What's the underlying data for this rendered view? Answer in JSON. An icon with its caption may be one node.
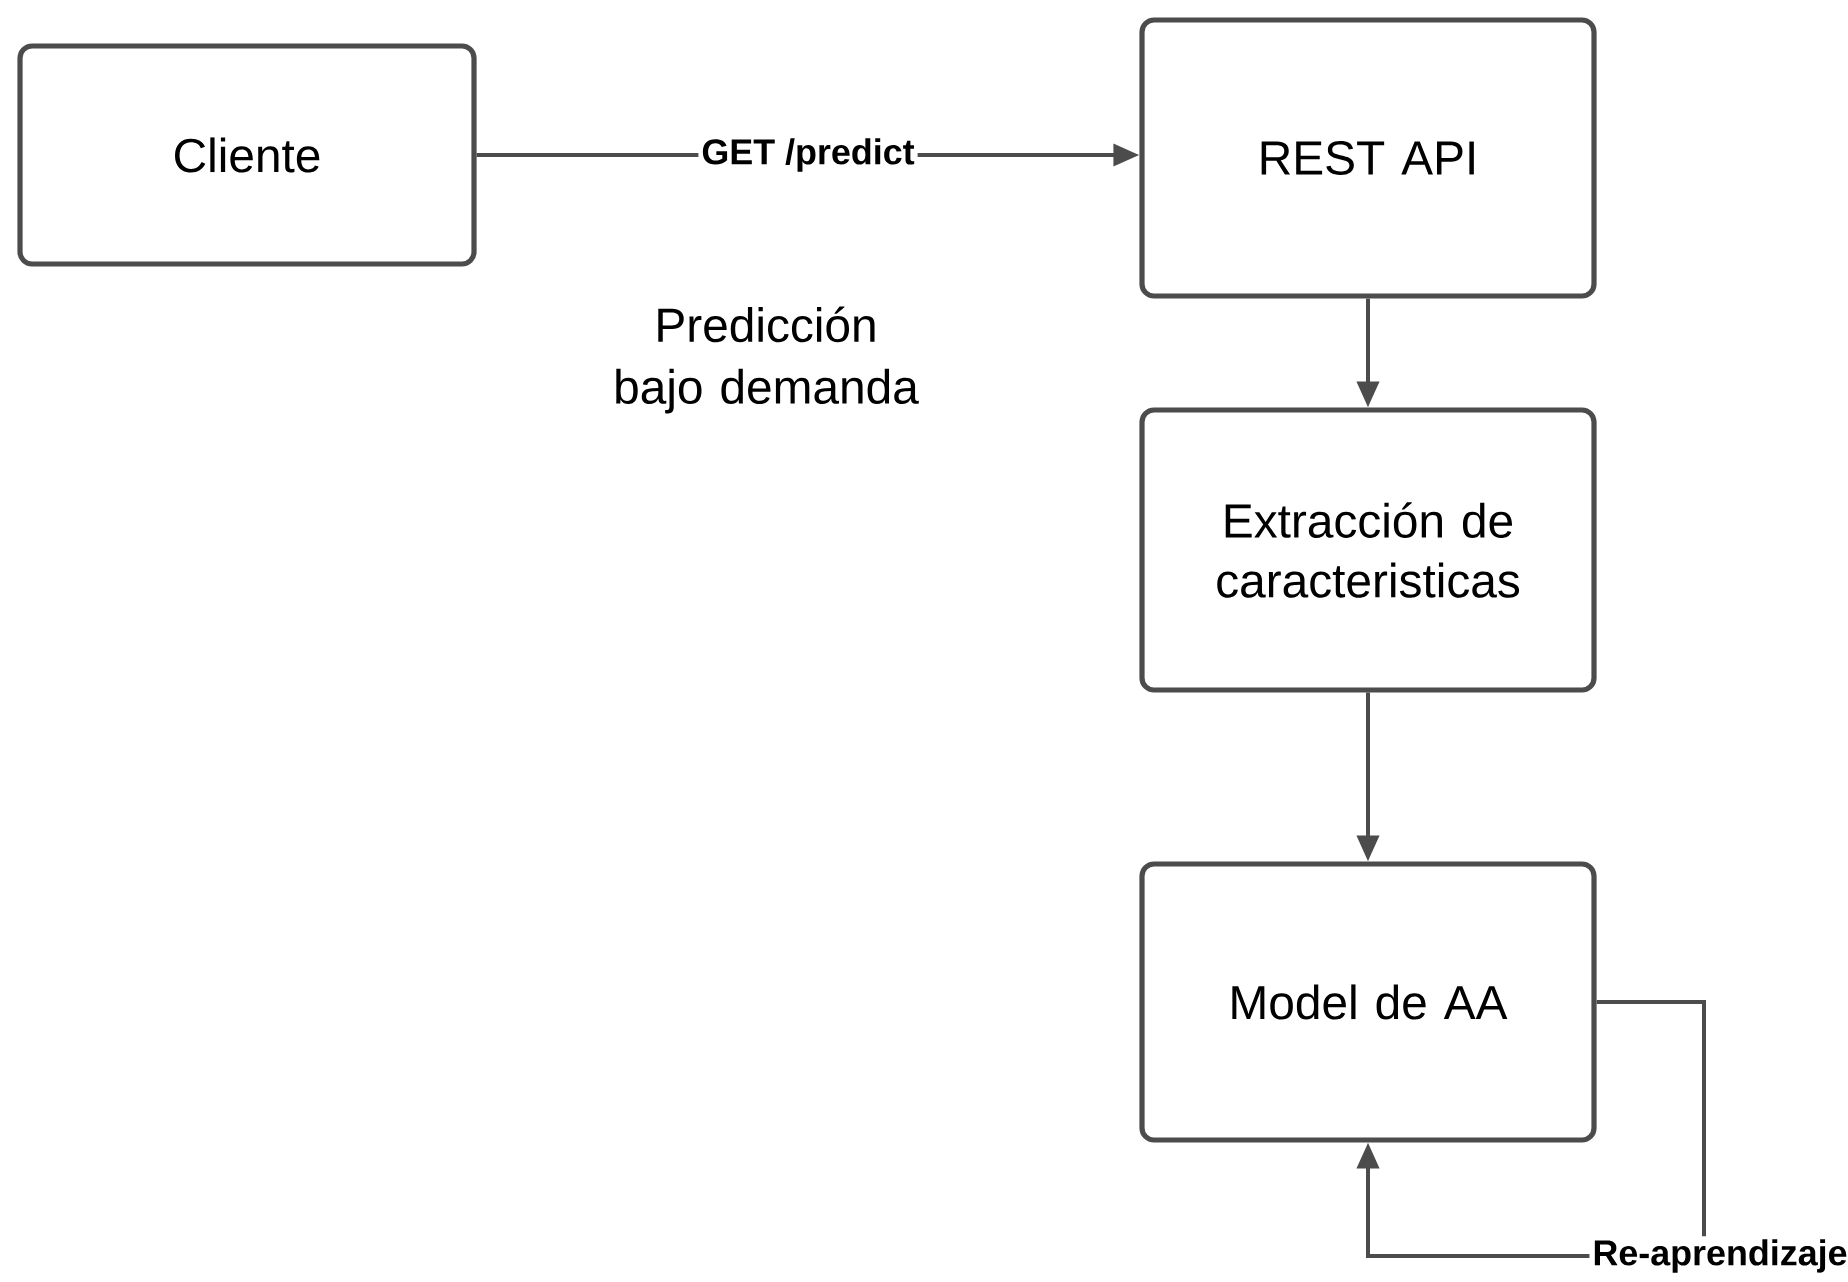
{
  "diagram": {
    "nodes": [
      {
        "text": [
          "Cliente"
        ]
      },
      {
        "text": [
          "REST API"
        ]
      },
      {
        "text": [
          "Extracción de caracteristicas"
        ]
      },
      {
        "text": [
          "Model de AA"
        ]
      }
    ],
    "edges": [
      {
        "from": 0,
        "to": 1,
        "arrow": "to",
        "label": "GET /predict"
      },
      {
        "from": 1,
        "to": 2,
        "arrow": "to"
      },
      {
        "from": 2,
        "to": 3,
        "arrow": "to"
      },
      {
        "from": 3,
        "to": 3,
        "arrow": "to",
        "label": "Re-aprendizaje"
      }
    ],
    "labels": [
      "Predicción bajo demanda"
    ]
  }
}
